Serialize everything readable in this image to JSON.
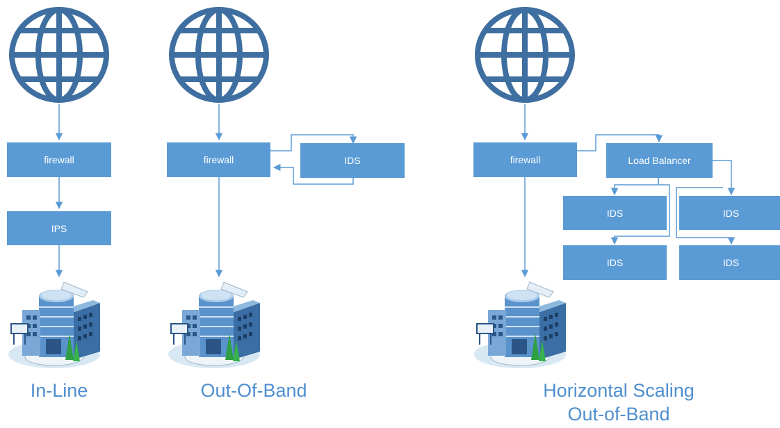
{
  "colors": {
    "box": "#5b9bd5",
    "line": "#5b9bd5",
    "caption": "#4f8fcf",
    "globe": "#3f6fa0"
  },
  "icons": {
    "internet": "globe-icon",
    "datacenter": "office-building-icon"
  },
  "in_line": {
    "firewall": "firewall",
    "ips": "IPS",
    "caption": "In-Line"
  },
  "out_of_band": {
    "firewall": "firewall",
    "ids": "IDS",
    "caption": "Out-Of-Band"
  },
  "horizontal": {
    "firewall": "firewall",
    "load_balancer": "Load Balancer",
    "ids_nodes": [
      "IDS",
      "IDS",
      "IDS",
      "IDS"
    ],
    "caption_line1": "Horizontal Scaling",
    "caption_line2": "Out-of-Band"
  }
}
